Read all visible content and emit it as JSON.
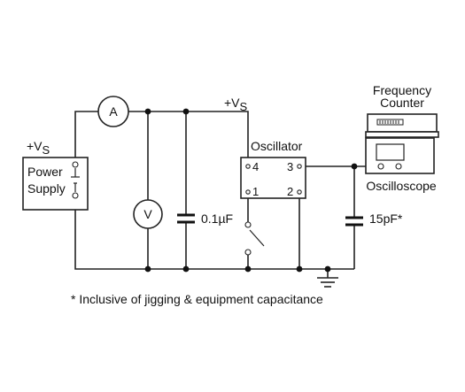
{
  "labels": {
    "vs_top": "+V",
    "vs_top_sub": "S",
    "vs_left": "+V",
    "vs_left_sub": "S",
    "power_supply_line1": "Power",
    "power_supply_line2": "Supply",
    "ammeter": "A",
    "voltmeter": "V",
    "cap_value": "0.1µF",
    "oscillator": "Oscillator",
    "pin4": "4",
    "pin3": "3",
    "pin1": "1",
    "pin2": "2",
    "freq_counter_line1": "Frequency",
    "freq_counter_line2": "Counter",
    "oscilloscope": "Oscilloscope",
    "load_cap": "15pF*",
    "footnote": "* Inclusive of jigging & equipment capacitance"
  },
  "colors": {
    "line": "#222222",
    "background": "#ffffff"
  }
}
